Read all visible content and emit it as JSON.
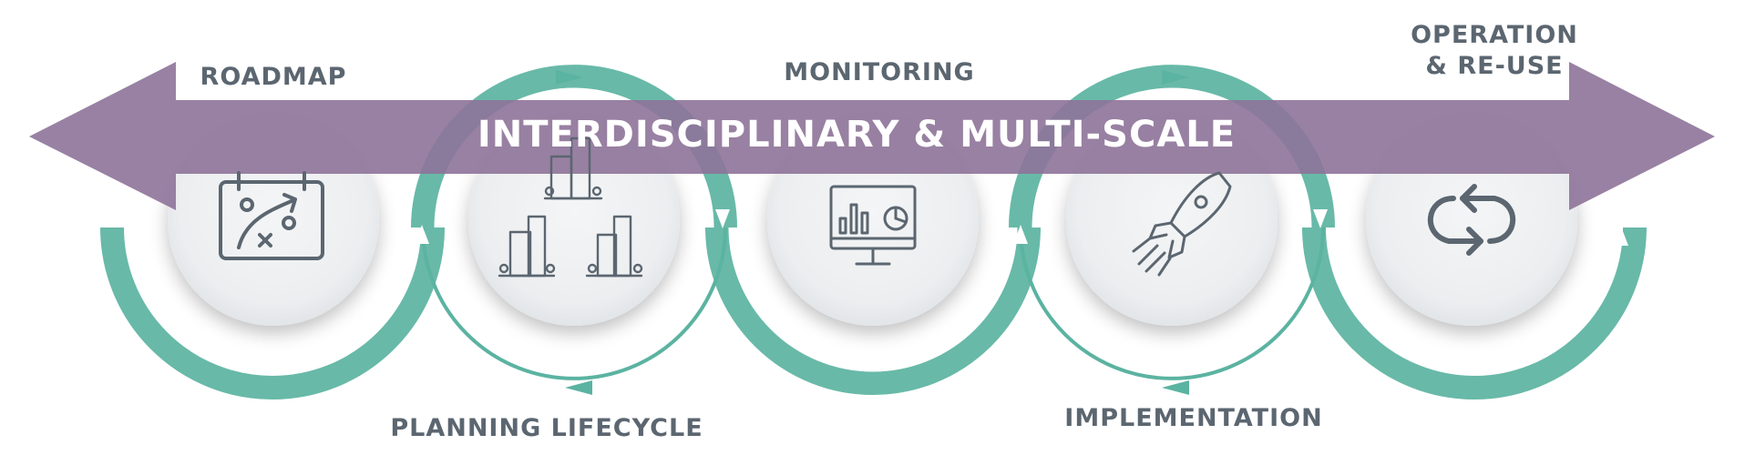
{
  "banner": {
    "title": "INTERDISCIPLINARY & MULTI-SCALE",
    "color": "#8e7399"
  },
  "stages": [
    {
      "label": "ROADMAP",
      "icon": "strategy-board-icon"
    },
    {
      "label": "PLANNING LIFECYCLE",
      "icon": "city-buildings-icon"
    },
    {
      "label": "MONITORING",
      "icon": "dashboard-monitor-icon"
    },
    {
      "label": "IMPLEMENTATION",
      "icon": "rocket-icon"
    },
    {
      "label": "OPERATION\n& RE-USE",
      "icon": "recycle-arrows-icon"
    }
  ],
  "colors": {
    "teal": "#5bb3a1",
    "circle_fill": "#eef0f2",
    "icon_stroke": "#5b6670",
    "label_text": "#5b6670"
  }
}
